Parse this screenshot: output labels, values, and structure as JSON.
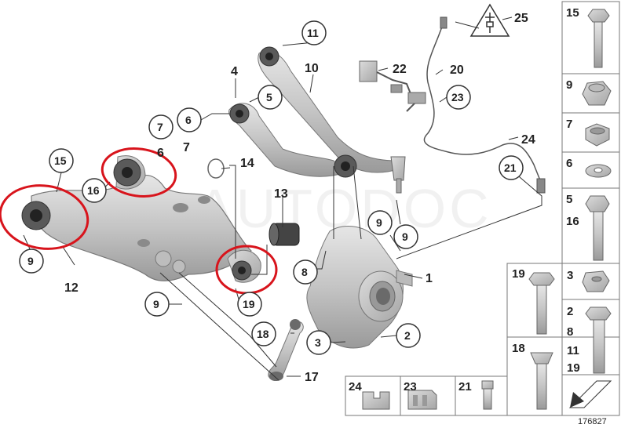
{
  "watermark": "AUTODOC",
  "callouts": {
    "c1": "1",
    "c2": "2",
    "c3": "3",
    "c4": "4",
    "c5": "5",
    "c6a": "6",
    "c6b": "6",
    "c7a": "7",
    "c7b": "7",
    "c8": "8",
    "c9a": "9",
    "c9b": "9",
    "c9c": "9",
    "c9d": "9",
    "c10": "10",
    "c11": "11",
    "c12": "12",
    "c13": "13",
    "c14": "14",
    "c15": "15",
    "c16": "16",
    "c17": "17",
    "c18": "18",
    "c19": "19",
    "c20": "20",
    "c21": "21",
    "c22": "22",
    "c23": "23",
    "c24": "24",
    "c25": "25"
  },
  "parts_panel_right": [
    {
      "label": "15"
    },
    {
      "label": "9"
    },
    {
      "label": "7"
    },
    {
      "label": "6"
    },
    {
      "label": "5",
      "label2": "16"
    }
  ],
  "parts_panel_mid": [
    {
      "left": "19",
      "right": "3"
    },
    {
      "left": "",
      "right": "2",
      "right2": "8"
    },
    {
      "left": "18",
      "right": "11",
      "right2": "19"
    }
  ],
  "bottom_strip": [
    "24",
    "23",
    "21"
  ],
  "reference_id": "176827",
  "highlight_color": "#d8141c"
}
